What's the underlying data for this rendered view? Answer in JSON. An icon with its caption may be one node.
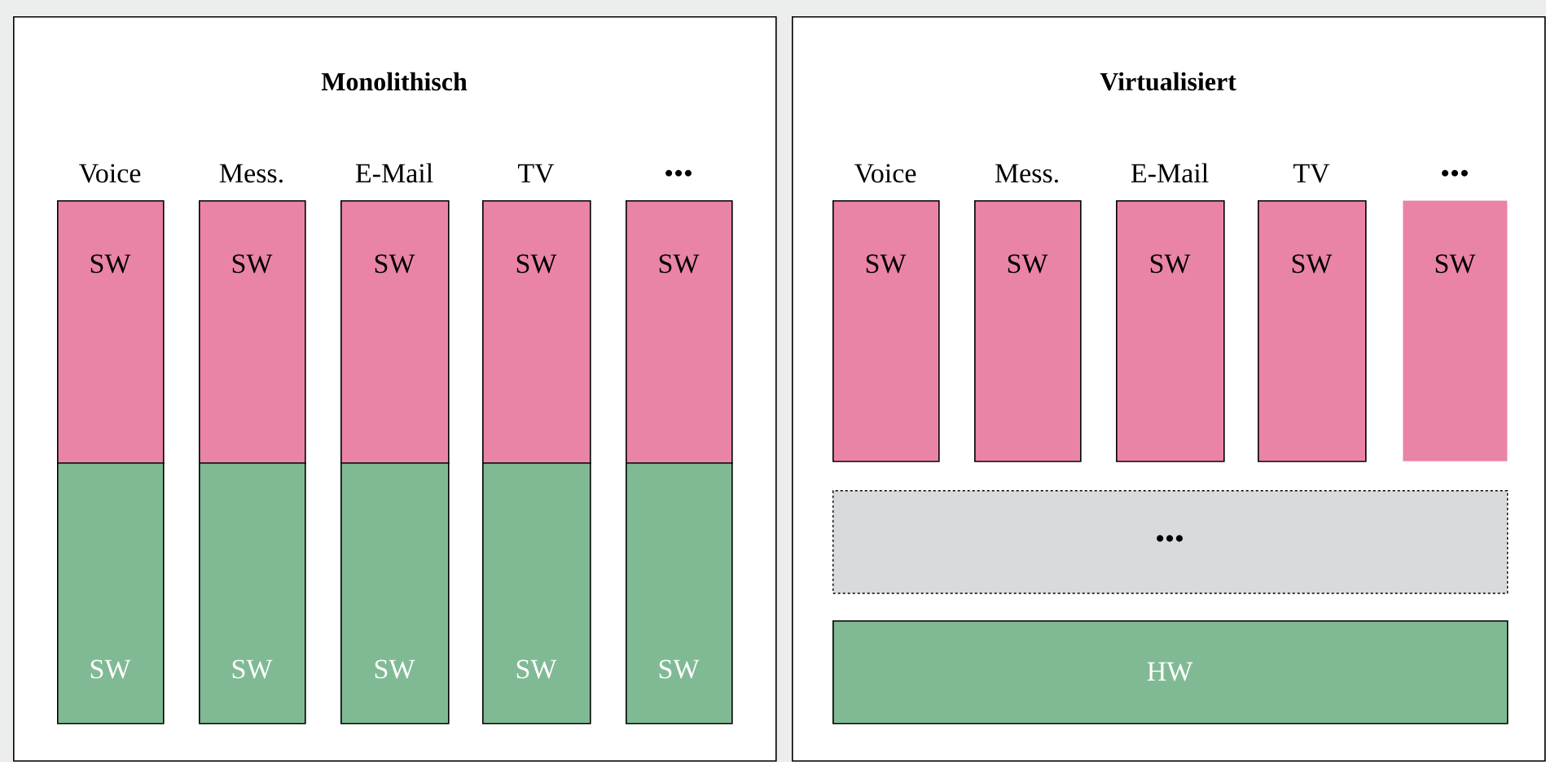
{
  "diagram": {
    "nodes": [
      {
        "text": [
          "Monolithisch"
        ]
      },
      {
        "text": [
          "Voice",
          "SW"
        ],
        "in": 0
      },
      {
        "text": [
          "SW"
        ],
        "in": 0
      },
      {
        "text": [
          "Mess.",
          "SW"
        ],
        "in": 0
      },
      {
        "text": [
          "SW"
        ],
        "in": 0
      },
      {
        "text": [
          "E-Mail",
          "SW"
        ],
        "in": 0
      },
      {
        "text": [
          "SW"
        ],
        "in": 0
      },
      {
        "text": [
          "TV",
          "SW"
        ],
        "in": 0
      },
      {
        "text": [
          "SW"
        ],
        "in": 0
      },
      {
        "text": [
          "•••",
          "SW"
        ],
        "in": 0
      },
      {
        "text": [
          "SW"
        ],
        "in": 0
      },
      {
        "text": [
          "Virtualisiert"
        ]
      },
      {
        "text": [
          "Voice",
          "SW"
        ],
        "in": 11
      },
      {
        "text": [
          "Mess.",
          "SW"
        ],
        "in": 11
      },
      {
        "text": [
          "E-Mail",
          "SW"
        ],
        "in": 11
      },
      {
        "text": [
          "TV",
          "SW"
        ],
        "in": 11
      },
      {
        "text": [
          "•••",
          "SW"
        ],
        "in": 11
      },
      {
        "text": [
          "•••"
        ],
        "in": 11
      },
      {
        "text": [
          "HW"
        ],
        "in": 11
      }
    ]
  }
}
